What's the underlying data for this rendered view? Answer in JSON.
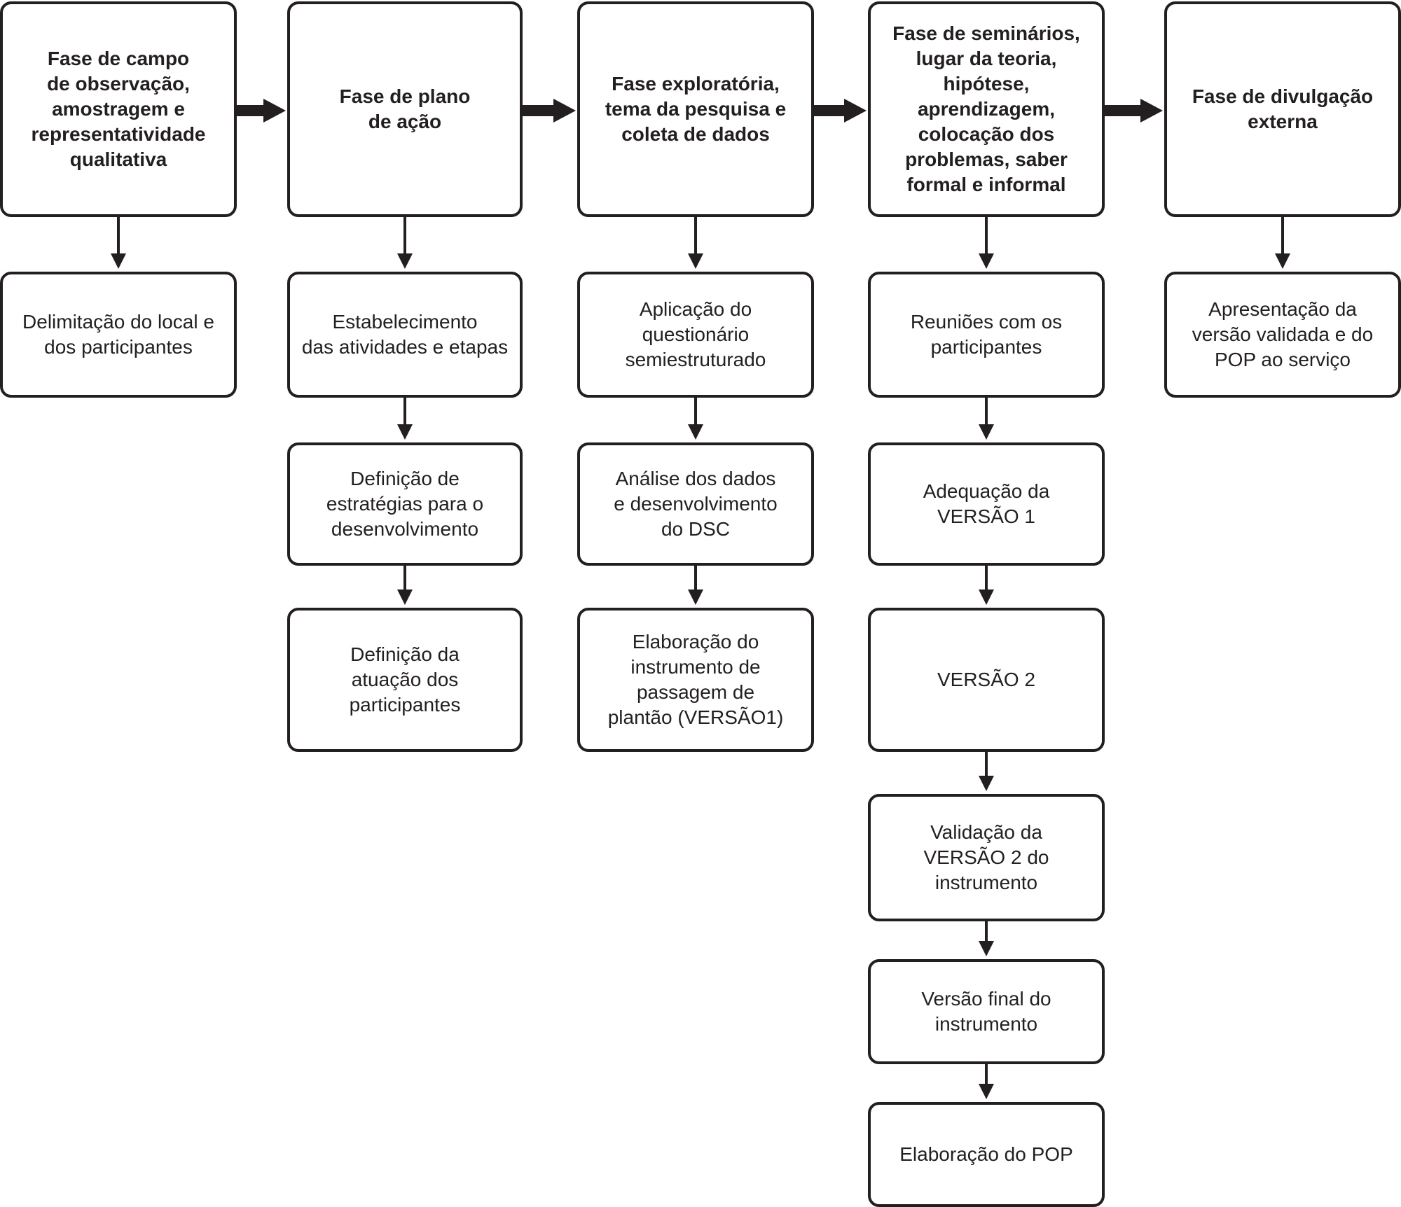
{
  "colors": {
    "stroke": "#231f20",
    "background": "#ffffff"
  },
  "columns": [
    {
      "phase": "Fase de campo\nde observação,\namostragem e\nrepresentatividade\nqualitativa",
      "steps": [
        "Delimitação do local e\ndos participantes"
      ]
    },
    {
      "phase": "Fase de plano\nde ação",
      "steps": [
        "Estabelecimento\ndas atividades e etapas",
        "Definição de\nestratégias para o\ndesenvolvimento",
        "Definição da\natuação dos\nparticipantes"
      ]
    },
    {
      "phase": "Fase exploratória,\ntema da pesquisa e\ncoleta de dados",
      "steps": [
        "Aplicação do\nquestionário\nsemiestruturado",
        "Análise dos dados\ne desenvolvimento\ndo DSC",
        "Elaboração do\ninstrumento de\npassagem de\nplantão (VERSÃO1)"
      ]
    },
    {
      "phase": "Fase de seminários,\nlugar da teoria,\nhipótese,\naprendizagem,\ncolocação dos\nproblemas, saber\nformal e informal",
      "steps": [
        "Reuniões com os\nparticipantes",
        "Adequação da\nVERSÃO 1",
        "VERSÃO 2",
        "Validação da\nVERSÃO 2 do\ninstrumento",
        "Versão final do\ninstrumento",
        "Elaboração do POP"
      ]
    },
    {
      "phase": "Fase de divulgação\nexterna",
      "steps": [
        "Apresentação da\nversão validada e do\nPOP ao serviço"
      ]
    }
  ]
}
